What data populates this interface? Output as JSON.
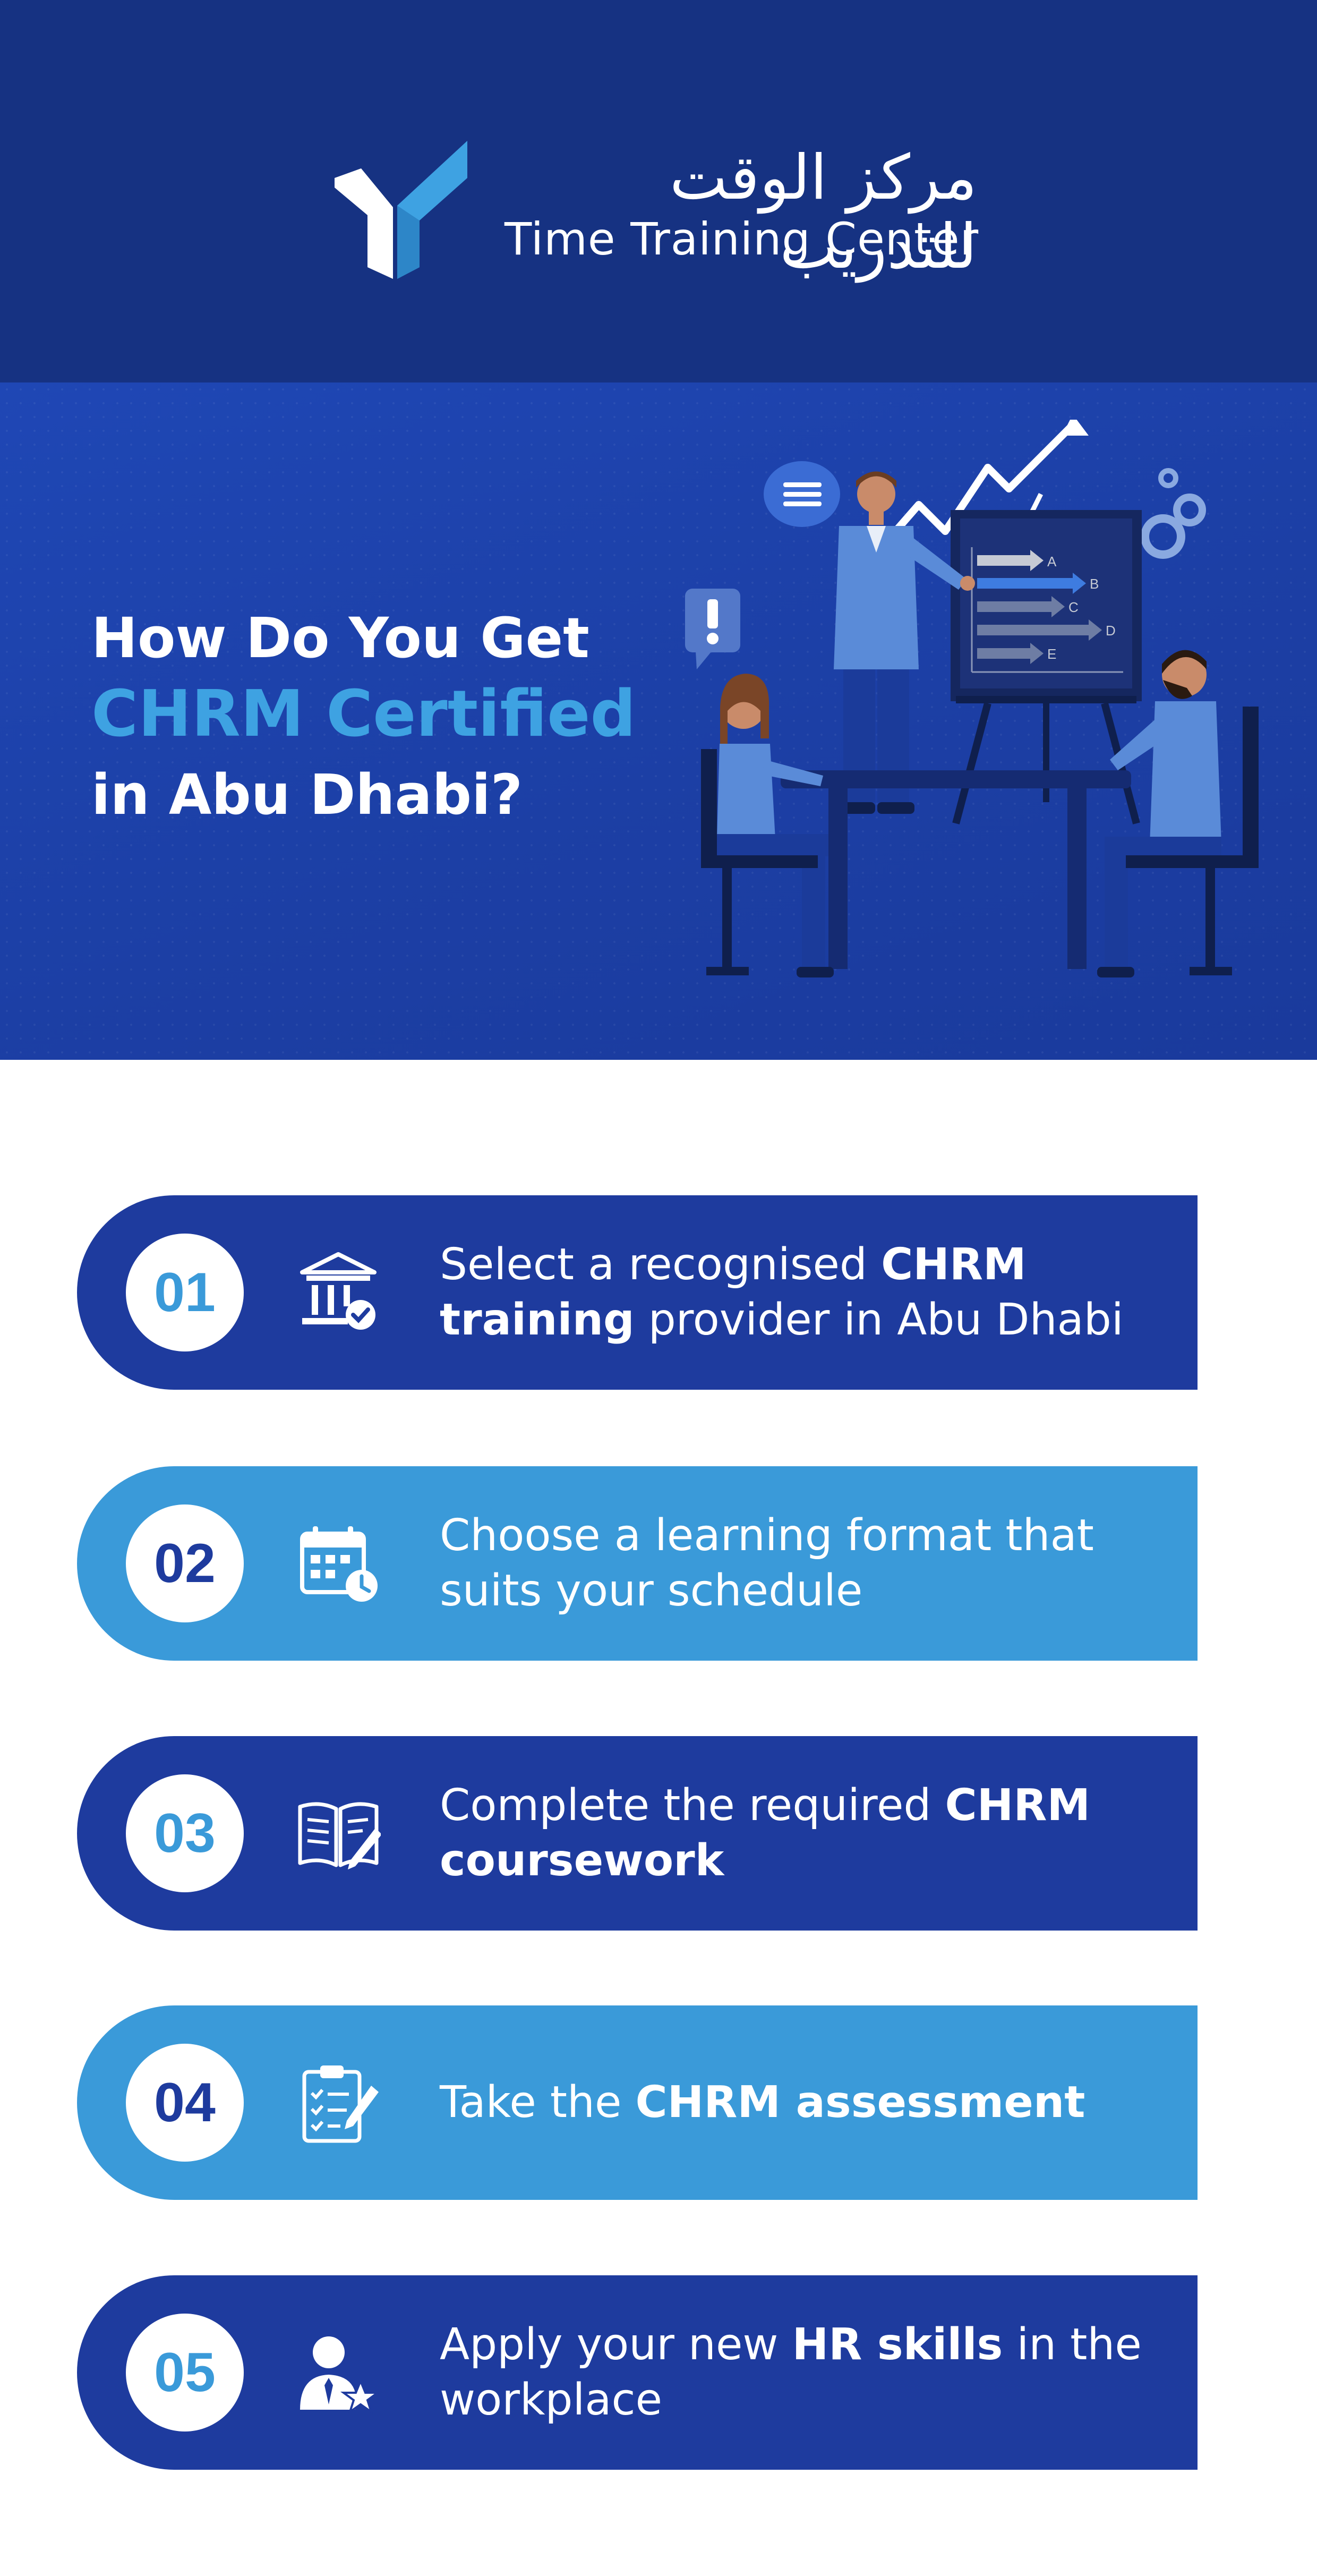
{
  "brand": {
    "arabic_name": "مركز الوقت للتدريب",
    "english_name": "Time Training Center",
    "colors": {
      "navy": "#163282",
      "royal_blue": "#1e3b9e",
      "sky_blue": "#3a9ad9",
      "accent": "#3ea2e2"
    }
  },
  "hero": {
    "title_line1": "How Do You Get",
    "title_highlight": "CHRM Certified",
    "title_line3": "in Abu Dhabi?",
    "chart_labels": [
      "A",
      "B",
      "C",
      "D",
      "E"
    ],
    "icons": [
      "menu-icon",
      "exclamation-icon",
      "gear-icon",
      "growth-arrow-icon"
    ]
  },
  "steps": [
    {
      "number": "01",
      "icon": "institution-check-icon",
      "parts": [
        {
          "t": "Select a recognised "
        },
        {
          "t": "CHRM",
          "b": true
        },
        {
          "t": "\n"
        },
        {
          "t": "training",
          "b": true
        },
        {
          "t": " provider in Abu Dhabi"
        }
      ]
    },
    {
      "number": "02",
      "icon": "calendar-clock-icon",
      "parts": [
        {
          "t": "Choose a learning format that"
        },
        {
          "t": "\n"
        },
        {
          "t": "suits your schedule"
        }
      ]
    },
    {
      "number": "03",
      "icon": "book-pen-icon",
      "parts": [
        {
          "t": "Complete the required "
        },
        {
          "t": "CHRM",
          "b": true
        },
        {
          "t": "\n"
        },
        {
          "t": "coursework",
          "b": true
        }
      ]
    },
    {
      "number": "04",
      "icon": "clipboard-checklist-icon",
      "parts": [
        {
          "t": "Take the "
        },
        {
          "t": "CHRM assessment",
          "b": true
        }
      ]
    },
    {
      "number": "05",
      "icon": "user-star-icon",
      "parts": [
        {
          "t": "Apply your new "
        },
        {
          "t": "HR skills",
          "b": true
        },
        {
          "t": " in the"
        },
        {
          "t": "\n"
        },
        {
          "t": "workplace"
        }
      ]
    }
  ]
}
